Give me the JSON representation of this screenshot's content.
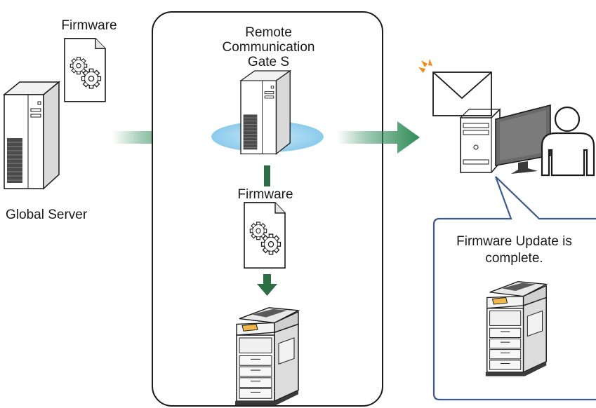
{
  "labels": {
    "global_server": "Global Server",
    "firmware_top": "Firmware",
    "rcg_line1": "Remote",
    "rcg_line2": "Communication",
    "rcg_line3": "Gate S",
    "firmware_middle": "Firmware",
    "update_line1": "Firmware Update is",
    "update_line2": "complete."
  },
  "colors": {
    "arrow_green": "#2e8b57",
    "dark_green": "#2d6e45",
    "glow_blue": "#9fd4ef",
    "bubble_border": "#3c5a8c",
    "spark_orange": "#f28a1e",
    "outline": "#1a1a1a"
  },
  "icons": [
    "server-icon",
    "document-gears-icon",
    "copier-icon",
    "envelope-icon",
    "desktop-pc-icon",
    "monitor-icon",
    "user-icon"
  ]
}
